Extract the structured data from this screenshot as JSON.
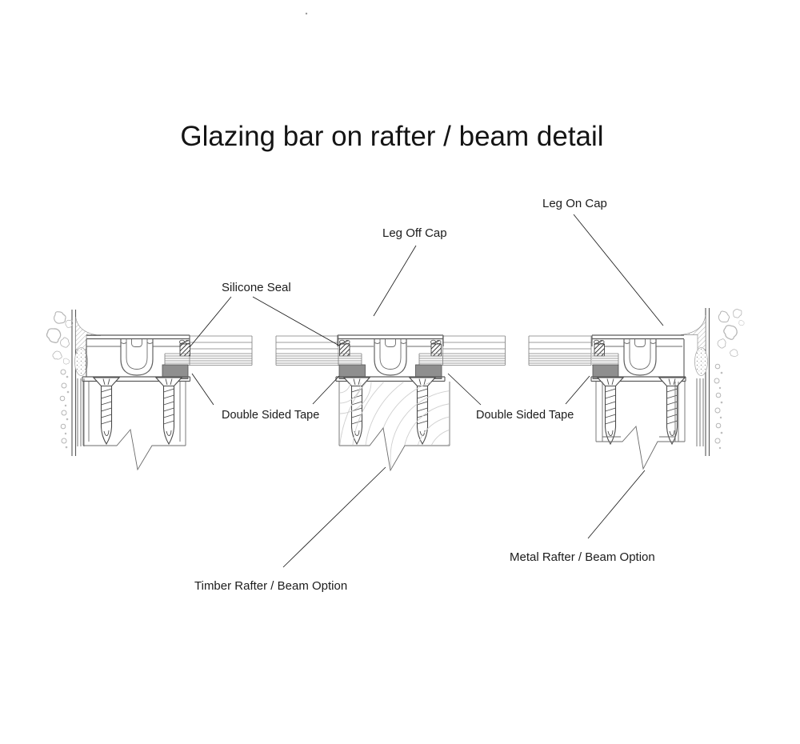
{
  "title": "Glazing bar on rafter / beam detail",
  "annotations": {
    "leg_on_cap": "Leg On Cap",
    "leg_off_cap": "Leg Off Cap",
    "silicone_seal": "Silicone Seal",
    "double_sided_tape_left": "Double Sided Tape",
    "double_sided_tape_right": "Double Sided Tape",
    "timber_rafter_option": "Timber Rafter / Beam Option",
    "metal_rafter_option": "Metal Rafter / Beam Option"
  },
  "drawing": {
    "type": "technical-section-detail",
    "components": [
      "masonry-wall-left",
      "masonry-wall-right",
      "glazing-cap",
      "glazing-bar-leg",
      "silicone-seal",
      "double-sided-tape",
      "glazing-panel",
      "fixing-screws",
      "timber-rafter",
      "metal-rafter"
    ],
    "colors": {
      "background": "#ffffff",
      "linework": "#5c5c5c",
      "light_linework": "#bfbfbf",
      "tape_fill": "#8f8f8f",
      "text": "#1c1c1c"
    }
  }
}
